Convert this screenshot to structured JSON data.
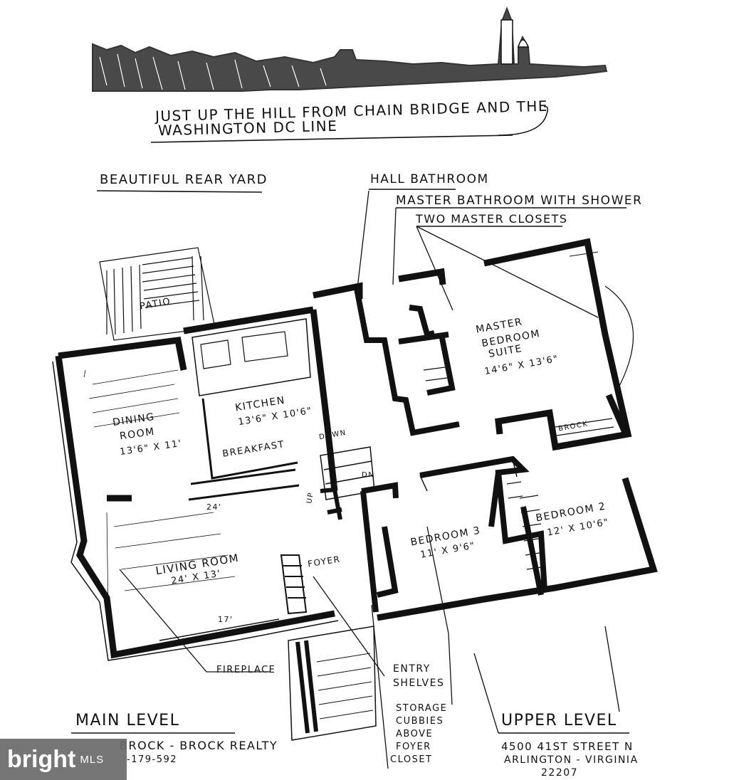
{
  "header": {
    "caption_line1": "Just up the hill from Chain Bridge and the",
    "caption_line2": "Washington DC line"
  },
  "callouts": {
    "rear_yard": "Beautiful Rear Yard",
    "hall_bathroom": "Hall Bathroom",
    "master_bathroom": "Master Bathroom with Shower",
    "master_closets": "Two Master Closets",
    "fireplace": "Fireplace",
    "entry_shelves_1": "Entry",
    "entry_shelves_2": "Shelves",
    "storage_1": "Storage",
    "storage_2": "Cubbies",
    "storage_3": "Above",
    "storage_4": "Foyer",
    "storage_5": "Closet"
  },
  "rooms": {
    "patio": "Patio",
    "kitchen_name": "Kitchen",
    "kitchen_size": "13'6\" x 10'6\"",
    "breakfast": "Breakfast",
    "dining_name1": "Dining",
    "dining_name2": "Room",
    "dining_size": "13'6\" x 11'",
    "living_name": "Living Room",
    "living_size": "24' x 13'",
    "foyer": "Foyer",
    "master_name1": "Master",
    "master_name2": "Bedroom",
    "master_name3": "Suite",
    "master_size": "14'6\" x 13'6\"",
    "bedroom2_name": "Bedroom 2",
    "bedroom2_size": "12' x 10'6\"",
    "bedroom3_name": "Bedroom 3",
    "bedroom3_size": "11' x 9'6\"",
    "brock": "Brock",
    "down": "Down",
    "dn": "DN",
    "up": "UP",
    "dim_24": "24'",
    "dim_17": "17'"
  },
  "footer": {
    "main_level": "Main Level",
    "agent_line": "Brock -  Brock Realty",
    "phone_fragment": "-179-592",
    "upper_level": "Upper Level",
    "address1": "4500 41st Street N",
    "address2": "Arlington - Virginia",
    "address3": "22207"
  },
  "watermark": {
    "brand": "bright",
    "suffix": "MLS"
  }
}
